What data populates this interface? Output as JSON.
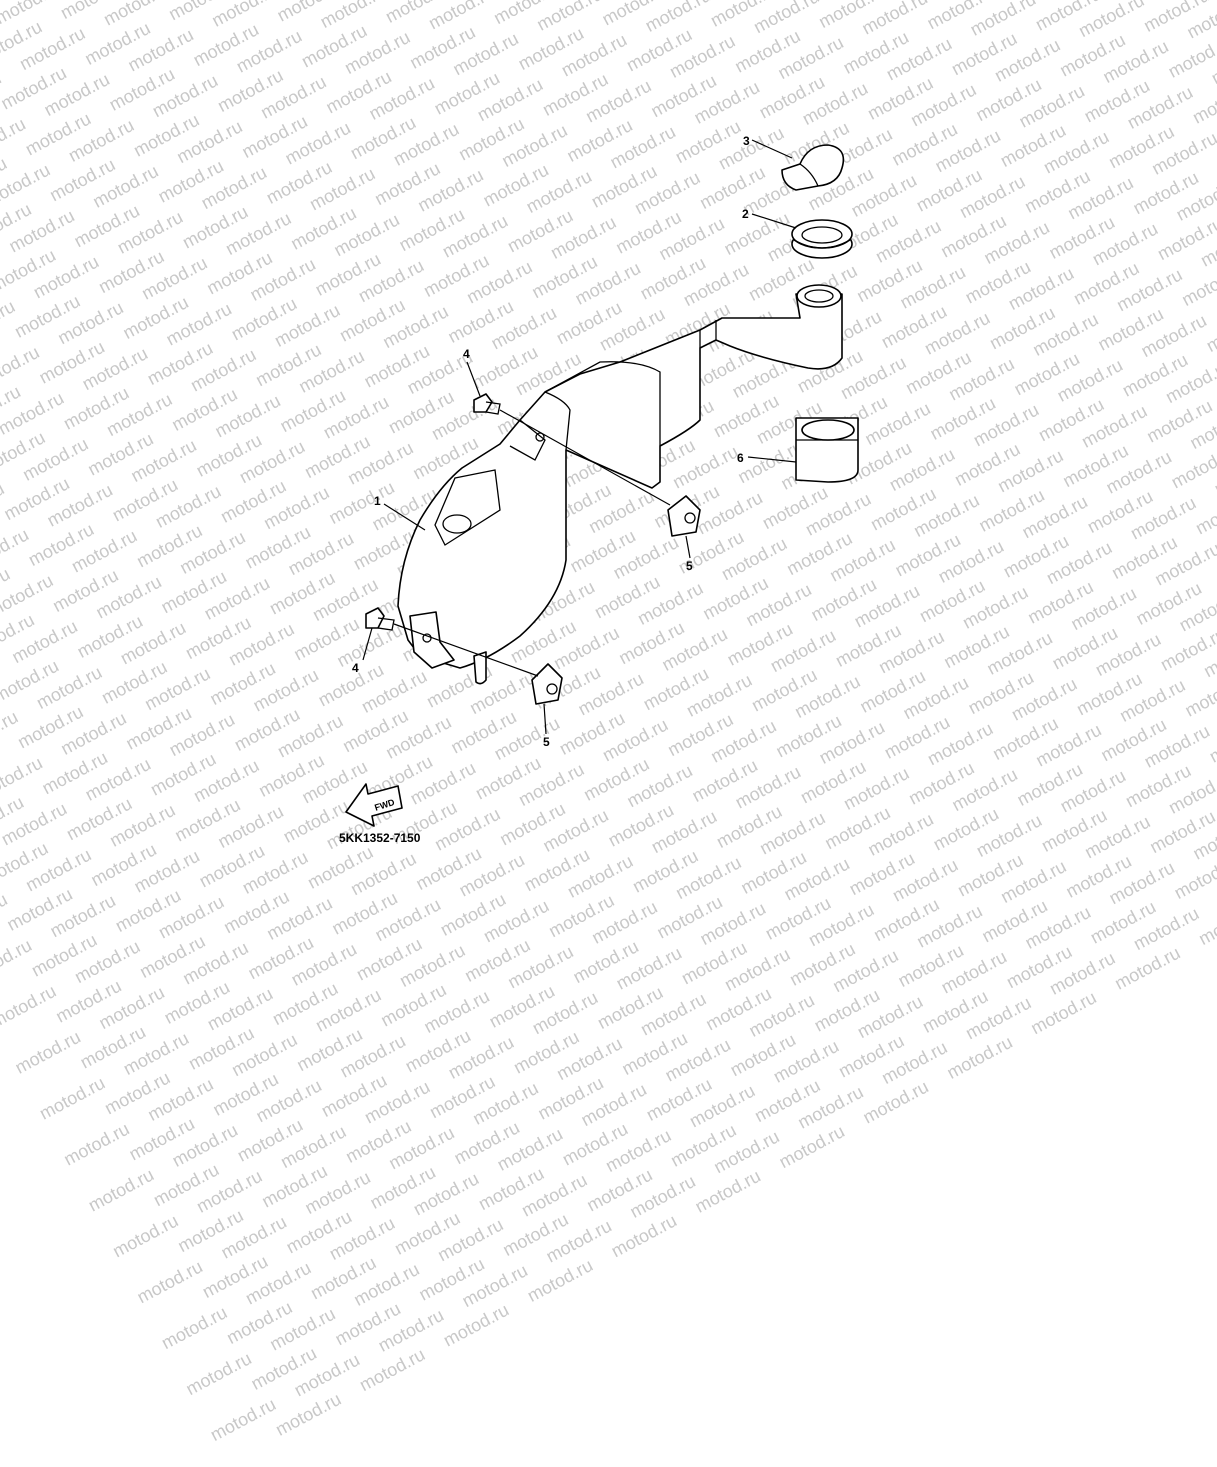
{
  "watermark": "motod.ru",
  "callouts": {
    "c1": "1",
    "c2": "2",
    "c3": "3",
    "c4a": "4",
    "c4b": "4",
    "c5a": "5",
    "c5b": "5",
    "c6": "6"
  },
  "arrow_label": "FWD",
  "part_code": "5KK1352-7150"
}
